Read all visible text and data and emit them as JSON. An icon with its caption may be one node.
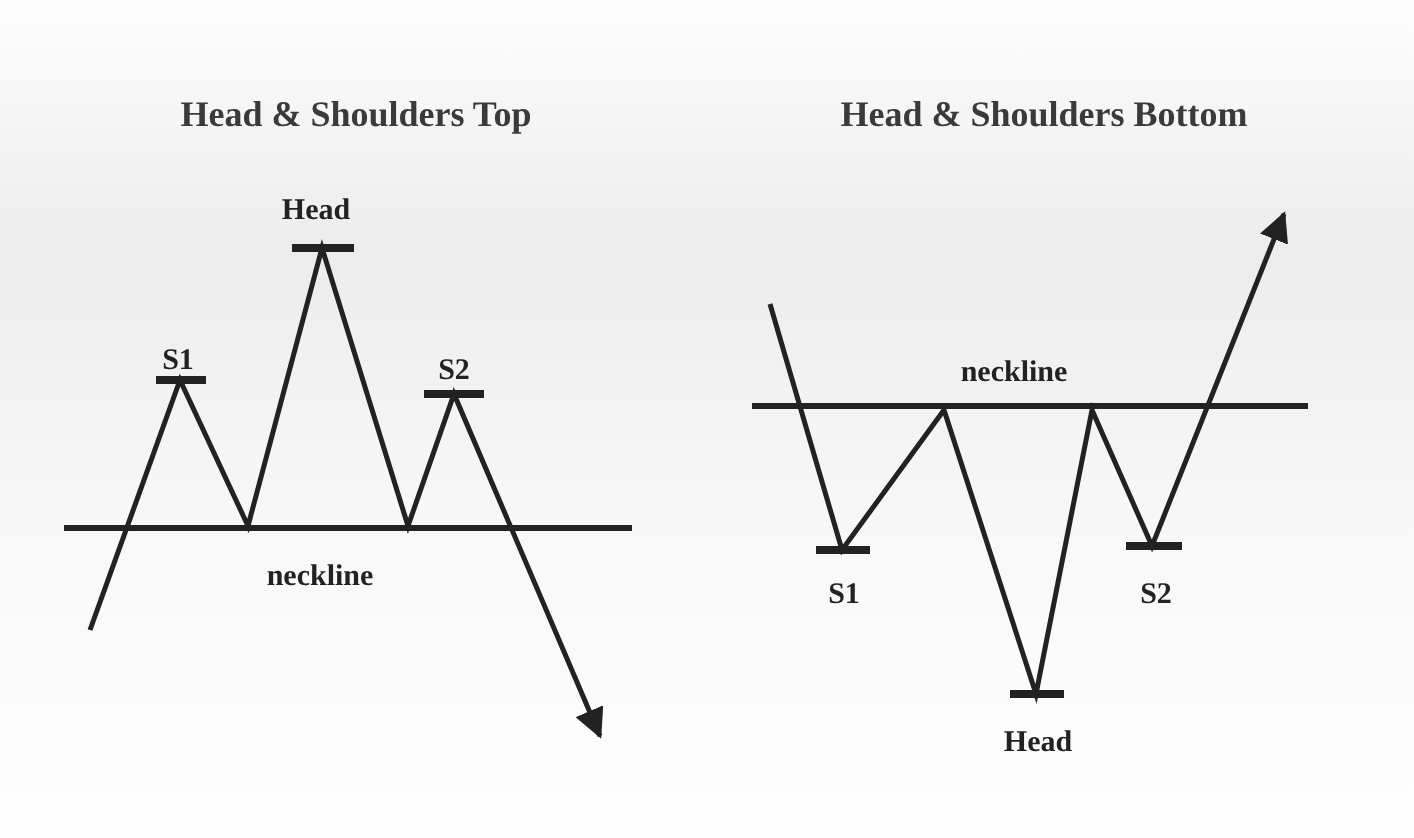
{
  "diagram": {
    "labels": [
      "Head & Shoulders Top",
      "Head & Shoulders Bottom",
      "Head",
      "S1",
      "S2",
      "neckline",
      "neckline",
      "S1",
      "S2",
      "Head"
    ]
  }
}
